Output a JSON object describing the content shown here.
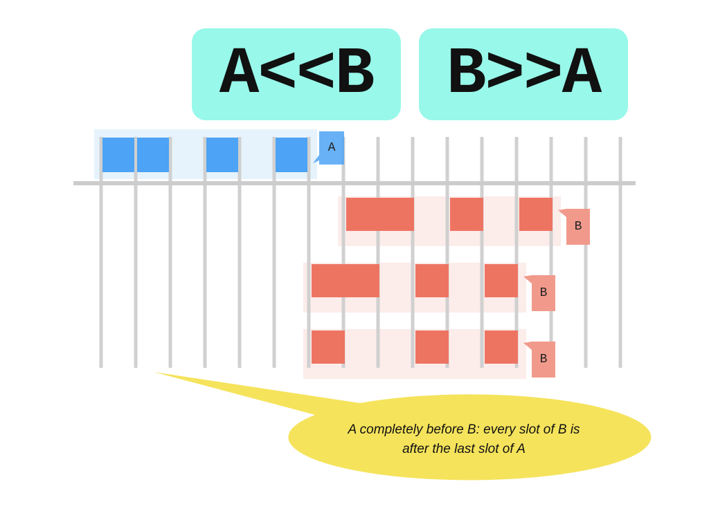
{
  "titles": {
    "left": "A<<B",
    "right": "B>>A"
  },
  "labels": {
    "a": "A",
    "b": "B"
  },
  "callout": {
    "line1": "A completely before B: every slot of B is",
    "line2": "after the last slot of A"
  },
  "colors": {
    "title_bg": "#98f8ea",
    "a_fill": "#4da3f5",
    "a_band": "#e6f3fc",
    "b_fill": "#ee7462",
    "b_band": "#fcecea",
    "b_label": "#f19a8c",
    "callout": "#f5e35c",
    "grid": "#d0d0d0"
  },
  "chart_data": {
    "type": "timeline",
    "slots": 16,
    "a": {
      "slots": [
        0,
        1,
        3,
        5
      ]
    },
    "b_variants": [
      {
        "slots": [
          7,
          8,
          10,
          12
        ]
      },
      {
        "slots": [
          6,
          7,
          9,
          11
        ]
      },
      {
        "slots": [
          6,
          9,
          11
        ]
      }
    ]
  }
}
